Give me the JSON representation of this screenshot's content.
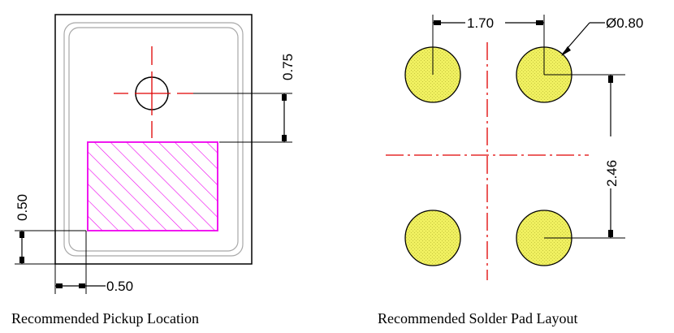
{
  "pickup": {
    "caption": "Recommended Pickup Location",
    "dim_vertical_top": "0.75",
    "dim_vertical_left": "0.50",
    "dim_horizontal_bottom": "0.50"
  },
  "pad_layout": {
    "caption": "Recommended Solder Pad Layout",
    "dim_pitch_horizontal": "1.70",
    "dim_diameter": "Ø0.80",
    "dim_pitch_vertical": "2.46"
  },
  "colors": {
    "outline": "#000000",
    "package_inner": "#a0a0a0",
    "centerline": "#e00000",
    "pickup_area": "#ee00ee",
    "pad_fill": "#f0f060"
  }
}
